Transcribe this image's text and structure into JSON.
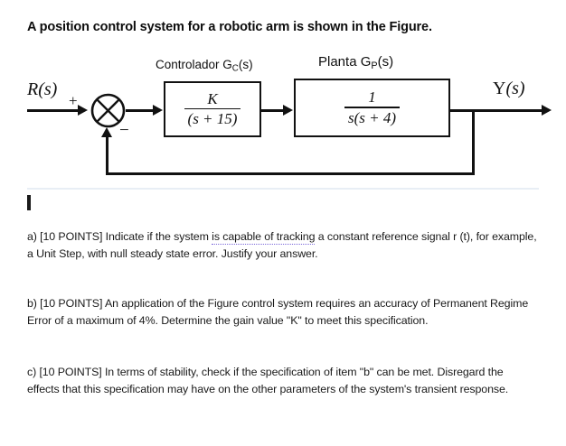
{
  "document": {
    "title": "A position control system for a robotic arm is shown in the Figure."
  },
  "figure": {
    "name": "feedback-control-block-diagram",
    "controller_label": {
      "text": "Controlador G",
      "subscript": "C",
      "suffix": "(s)"
    },
    "plant_label": {
      "text": "Planta  G",
      "subscript": "P",
      "suffix": "(s)"
    },
    "input_signal": "R(s)",
    "output_signal_prefix": "Y",
    "output_signal_suffix": "(s)",
    "summing_plus": "+",
    "summing_minus": "−",
    "controller_tf": {
      "numerator": "K",
      "denominator": "(s + 15)"
    },
    "plant_tf": {
      "numerator": "1",
      "denominator": "s(s + 4)"
    },
    "colors": {
      "line": "#111111",
      "divider": "#e8eef5",
      "grammar_underline": "#7b68d9"
    }
  },
  "questions": [
    {
      "id": "a",
      "before": "a) [10 POINTS] Indicate if the system ",
      "flagged": "is capable of tracking",
      "after": " a constant reference signal r (t), for example, a Unit Step, with null steady state error. Justify your answer."
    },
    {
      "id": "b",
      "text": "b) [10 POINTS] An application of the Figure control system requires an accuracy of Permanent Regime Error of a maximum of 4%. Determine the gain value \"K\" to meet this specification."
    },
    {
      "id": "c",
      "text": "c) [10 POINTS] In terms of stability, check if the specification of item \"b\" can be met. Disregard the effects that this specification may have on the other parameters of the system's transient response."
    }
  ]
}
